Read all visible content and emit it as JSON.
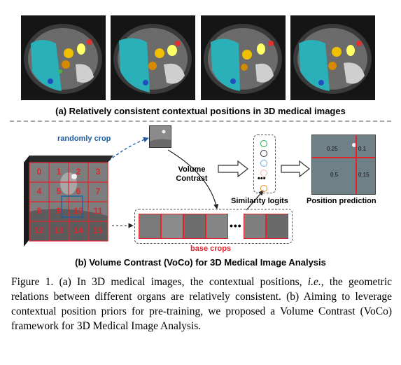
{
  "panel_a": {
    "caption": "(a) Relatively consistent contextual positions in 3D medical images"
  },
  "panel_b": {
    "randomly_crop": "randomly crop",
    "volume_contrast_line1": "Volume",
    "volume_contrast_line2": "Contrast",
    "similarity_logits": "Similarity logits",
    "position_prediction": "Position prediction",
    "base_crops": "base crops",
    "grid_numbers": [
      "0",
      "1",
      "2",
      "3",
      "4",
      "5",
      "6",
      "7",
      "8",
      "9",
      "10",
      "11",
      "12",
      "13",
      "14",
      "15"
    ],
    "prediction_values": [
      "0.25",
      "0.1",
      "0.5",
      "0.15"
    ],
    "logit_colors": [
      "#22b14c",
      "#333333",
      "#6aaed6",
      "#f4b6b6",
      "#e8871e"
    ],
    "caption": "(b) Volume Contrast (VoCo) for 3D Medical Image Analysis"
  },
  "figure_caption": {
    "p1": "Figure 1. (a) In 3D medical images, the contextual positions, ",
    "ie": "i.e.",
    "p2": ", the geometric relations between different organs are relatively consistent. (b) Aiming to leverage contextual position priors for pre-training, we proposed a Volume Contrast (VoCo) framework for 3D Medical Image Analysis."
  },
  "colors": {
    "accent_red": "#e3242b",
    "accent_blue": "#1f5fa8",
    "dash_gray": "#a9a9a9"
  }
}
